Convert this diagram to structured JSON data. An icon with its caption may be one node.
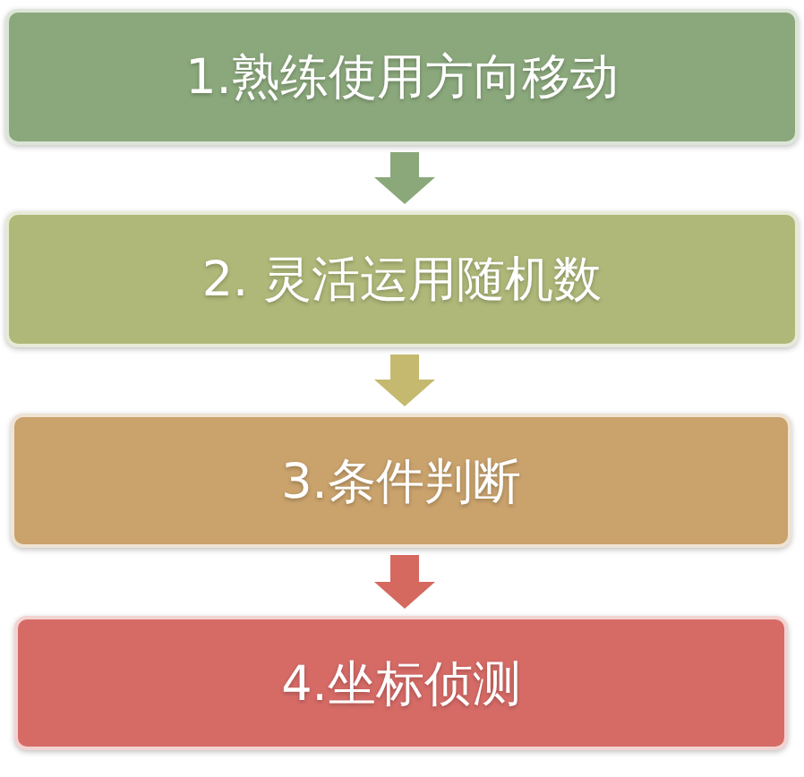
{
  "diagram": {
    "nodes": [
      {
        "text": [
          "1.熟练使用方向移动"
        ]
      },
      {
        "text": [
          "2. 灵活运用随机数"
        ]
      },
      {
        "text": [
          "3.条件判断"
        ]
      },
      {
        "text": [
          "4.坐标侦测"
        ]
      }
    ],
    "edges": [
      {
        "from": 0,
        "to": 1,
        "arrow": "to",
        "color": "#8aa87a"
      },
      {
        "from": 1,
        "to": 2,
        "arrow": "to",
        "color": "#c4b96f"
      },
      {
        "from": 2,
        "to": 3,
        "arrow": "to",
        "color": "#d5695f"
      }
    ]
  }
}
